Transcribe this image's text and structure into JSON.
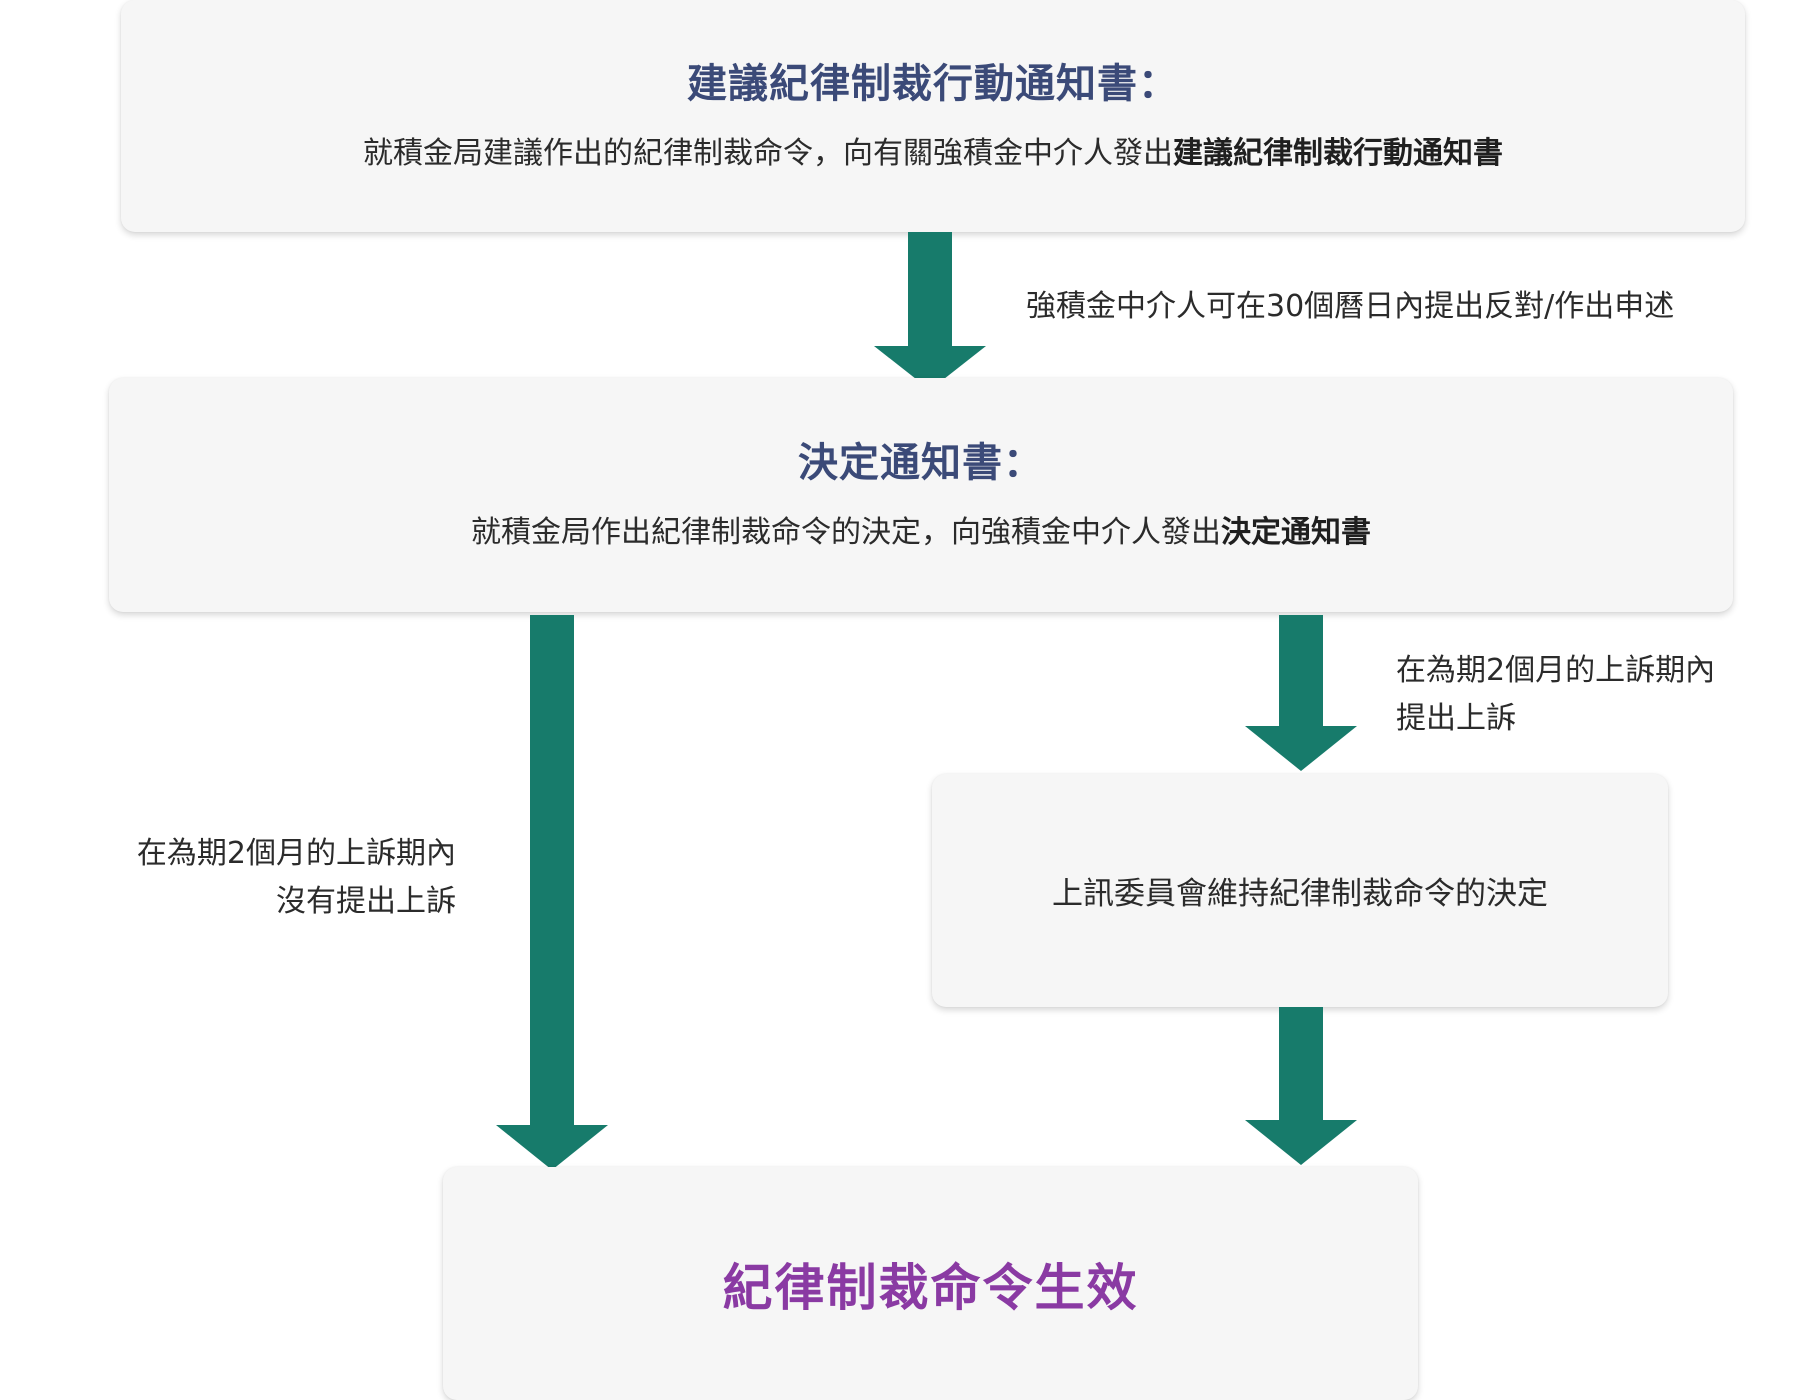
{
  "boxes": {
    "proposed_notice": {
      "title": "建議紀律制裁行動通知書：",
      "desc_prefix": "就積金局建議作出的紀律制裁命令，向有關強積金中介人發出",
      "desc_bold": "建議紀律制裁行動通知書"
    },
    "decision_notice": {
      "title": "決定通知書：",
      "desc_prefix": "就積金局作出紀律制裁命令的決定，向強積金中介人發出",
      "desc_bold": "決定通知書"
    },
    "tribunal": {
      "text": "上訊委員會維持紀律制裁命令的決定"
    },
    "final": {
      "text": "紀律制裁命令生效"
    }
  },
  "labels": {
    "representations": "強積金中介人可在30個曆日內提出反對/作出申述",
    "appeal_line1": "在為期2個月的上訴期內",
    "appeal_line2": "提出上訴",
    "no_appeal_line1": "在為期2個月的上訴期內",
    "no_appeal_line2": "沒有提出上訴"
  },
  "colors": {
    "arrow": "#177b6b",
    "box_bg": "#f6f6f6",
    "title": "#3b4a78",
    "final_title": "#8a3aa3"
  }
}
